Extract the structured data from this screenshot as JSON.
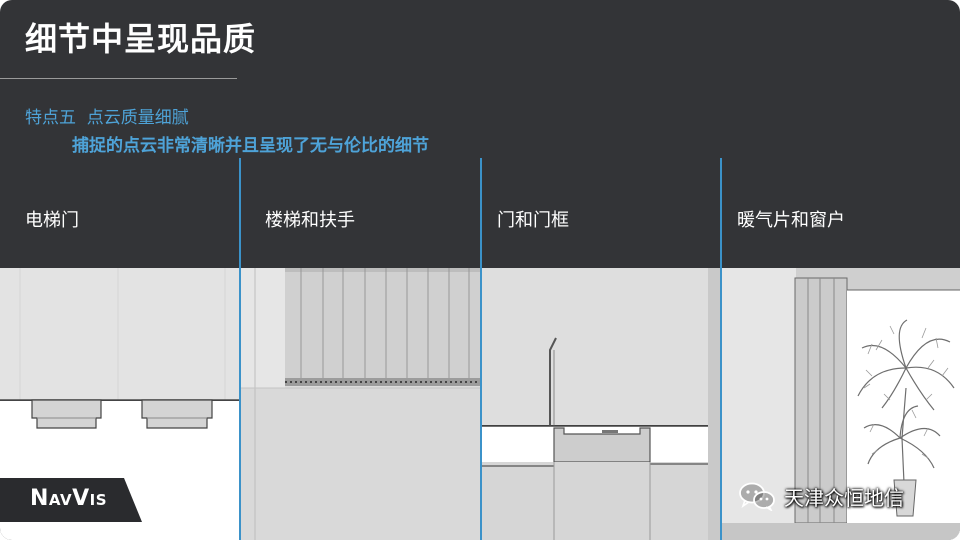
{
  "slide": {
    "title": "细节中呈现品质",
    "feature_heading": "特点五  点云质量细腻",
    "feature_subheading": "捕捉的点云非常清晰并且呈现了无与伦比的细节"
  },
  "columns": [
    {
      "label": "电梯门"
    },
    {
      "label": "楼梯和扶手"
    },
    {
      "label": "门和门框"
    },
    {
      "label": "暖气片和窗户"
    }
  ],
  "logo": {
    "text": "NavVis"
  },
  "watermark": {
    "text": "天津众恒地信",
    "icon": "wechat-icon"
  },
  "colors": {
    "background": "#333437",
    "accent": "#4ea3d8",
    "divider": "#3b92c9",
    "text": "#ffffff"
  }
}
